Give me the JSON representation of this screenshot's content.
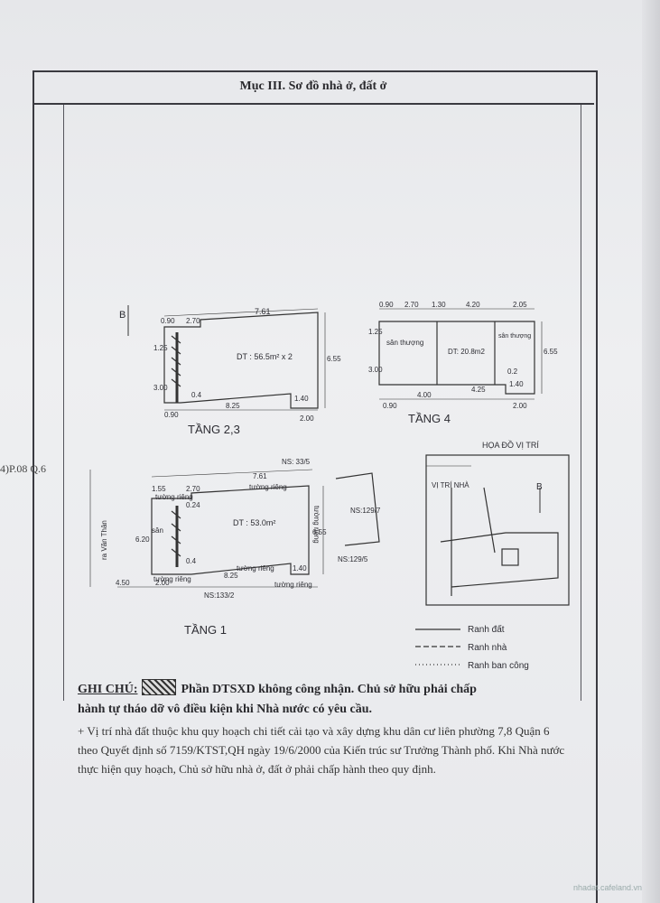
{
  "title": "Mục III. Sơ đồ nhà ở, đất ở",
  "side_text": "4)P.08 Q.6",
  "north_label": "B",
  "floors": {
    "tang23": {
      "label": "TẦNG 2,3",
      "area": "DT : 56.5m² x 2",
      "dims": {
        "top": "7.61",
        "top_a": "0.90",
        "top_b": "2.70",
        "left": "1.25",
        "left2": "3.00",
        "right": "6.55",
        "bottom": "8.25",
        "bottom_left": "0.90",
        "bottom_right": "2.00",
        "notch": "1.40",
        "small": "0.4"
      }
    },
    "tang4": {
      "label": "TẦNG 4",
      "area": "DT: 20.8m2",
      "rooms": [
        "sân thượng",
        "sân thượng"
      ],
      "dims": {
        "t1": "0.90",
        "t2": "2.70",
        "t3": "1.30",
        "t4": "4.20",
        "t5": "2.05",
        "left": "1.25",
        "left2": "3.00",
        "right": "6.55",
        "b1": "0.90",
        "b2": "4.00",
        "b3": "4.25",
        "b4": "2.00",
        "notch": "1.40",
        "small": "0.2"
      }
    },
    "tang1": {
      "label": "TẦNG 1",
      "area": "DT : 53.0m²",
      "san": "sân",
      "walls": [
        "tường riêng",
        "tường riêng",
        "tường riêng",
        "tường riêng",
        "tường riêng",
        "tường riêng"
      ],
      "dims": {
        "top": "7.61",
        "t1": "1.55",
        "t2": "2.70",
        "left": "6.20",
        "right": "6.55",
        "b1": "4.50",
        "b2": "2.00",
        "b3": "8.25",
        "notch": "1.40",
        "small1": "0.24",
        "small2": "0.4"
      },
      "neighbors": [
        "NS: 33/5",
        "NS:129/7",
        "NS:129/5",
        "NS:133/2"
      ],
      "street": "ra Văn Thân"
    }
  },
  "location_map": {
    "title": "HỌA ĐỒ VỊ TRÍ",
    "marker": "VỊ TRÍ NHÀ",
    "north": "B"
  },
  "legend": [
    {
      "label": "Ranh đất",
      "style": "solid"
    },
    {
      "label": "Ranh nhà",
      "style": "dashed"
    },
    {
      "label": "Ranh ban công",
      "style": "dotted"
    }
  ],
  "notes": {
    "heading": "GHI CHÚ:",
    "bold_line_1": "Phần DTSXD không công nhận. Chủ sở hữu phải chấp",
    "bold_line_2": "hành tự tháo dỡ vô điều kiện khi Nhà nước có yêu cầu.",
    "body": "+ Vị trí nhà đất thuộc khu quy hoạch chi tiết cải tạo và xây dựng khu dân cư liên phường 7,8 Quận 6 theo Quyết định số 7159/KTST,QH ngày 19/6/2000 của Kiến trúc sư Trưởng Thành phố. Khi Nhà nước thực hiện quy hoạch, Chủ sở hữu nhà ở, đất ở phải chấp hành theo quy định."
  },
  "watermark": "nhadat.cafeland.vn"
}
